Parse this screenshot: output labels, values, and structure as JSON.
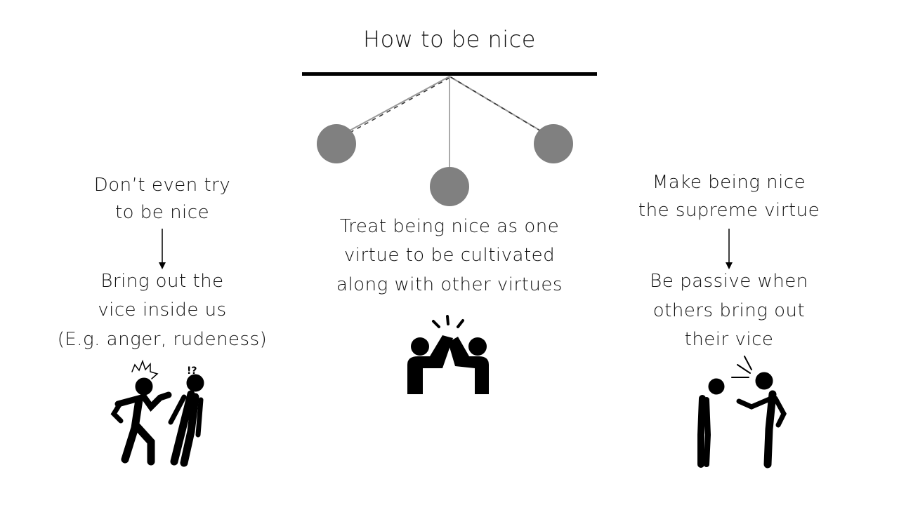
{
  "title": "How to be nice",
  "left": {
    "lines": [
      "Don’t even try",
      "to be nice"
    ],
    "result": [
      "Bring out the",
      "vice inside us",
      "(E.g. anger, rudeness)"
    ],
    "icon": "angry-people-icon"
  },
  "center": {
    "lines": [
      "Treat being nice as one",
      "virtue to be cultivated",
      "along with other virtues"
    ],
    "icon": "high-five-icon"
  },
  "right": {
    "lines": [
      "Make being nice",
      "the supreme virtue"
    ],
    "result": [
      "Be passive when",
      "others bring out",
      "their vice"
    ],
    "icon": "shouting-person-icon"
  },
  "colors": {
    "ball": "#808080",
    "string": "#aaaaaa",
    "bar": "#000000"
  }
}
